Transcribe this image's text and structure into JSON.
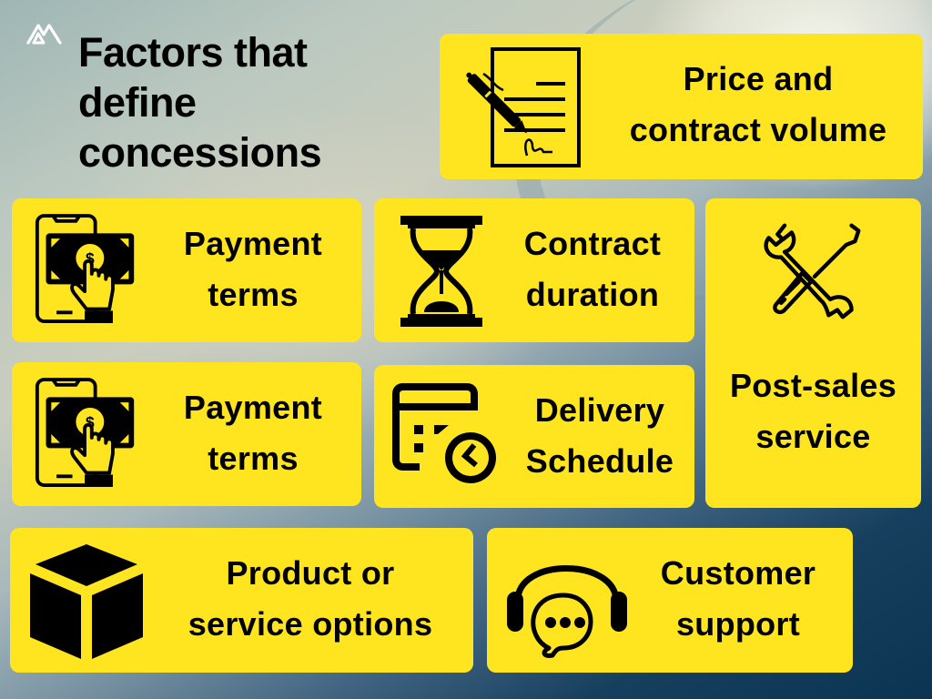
{
  "brand": {
    "logo_icon": "mountain-logo-icon"
  },
  "title": {
    "lines": [
      "Factors that",
      "define",
      "concessions"
    ]
  },
  "colors": {
    "card_background": "#ffe51f",
    "text": "#000000",
    "background_dark": "#0b3452",
    "background_light": "#c9cdbd",
    "logo": "#ffffff"
  },
  "cards": [
    {
      "id": "price",
      "icon": "signed-contract-icon",
      "lines": [
        "Price and",
        "contract volume"
      ]
    },
    {
      "id": "payment-1",
      "icon": "mobile-payment-icon",
      "lines": [
        "Payment",
        "terms"
      ]
    },
    {
      "id": "duration",
      "icon": "hourglass-icon",
      "lines": [
        "Contract",
        "duration"
      ]
    },
    {
      "id": "post-sales",
      "icon": "wrench-screwdriver-icon",
      "lines": [
        "Post-sales",
        "service"
      ]
    },
    {
      "id": "payment-2",
      "icon": "mobile-payment-icon",
      "lines": [
        "Payment",
        "terms"
      ]
    },
    {
      "id": "delivery",
      "icon": "calendar-clock-icon",
      "lines": [
        "Delivery",
        "Schedule"
      ]
    },
    {
      "id": "product",
      "icon": "box-icon",
      "lines": [
        "Product or",
        "service options"
      ]
    },
    {
      "id": "support",
      "icon": "headset-chat-icon",
      "lines": [
        "Customer",
        "support"
      ]
    }
  ]
}
